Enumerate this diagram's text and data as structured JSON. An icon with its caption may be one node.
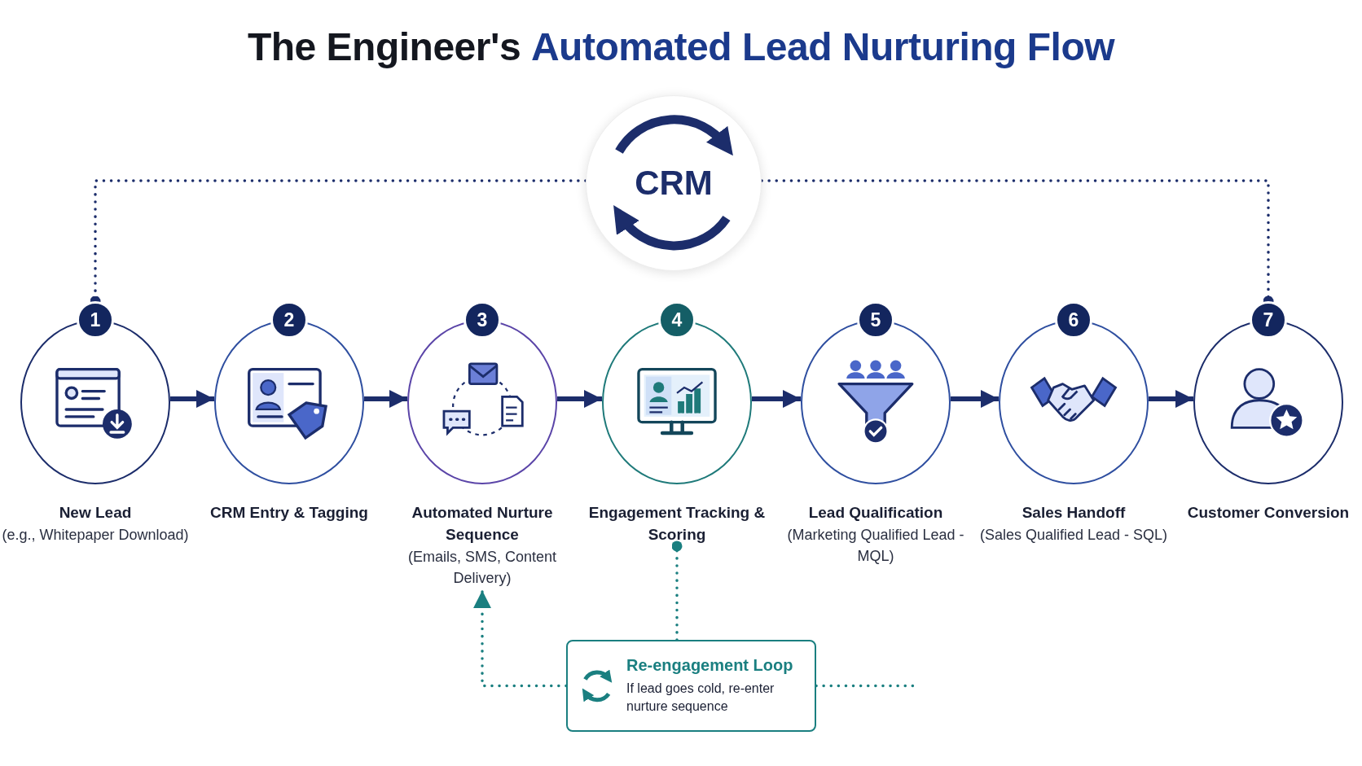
{
  "diagram": {
    "title": "The Engineer's **Automated Lead Nurturing Flow**",
    "nodes": [
      {
        "text": [
          "CRM"
        ]
      },
      {
        "text": [
          "1",
          "New Lead",
          "(e.g., Whitepaper Download)"
        ]
      },
      {
        "text": [
          "2",
          "CRM Entry & Tagging"
        ]
      },
      {
        "text": [
          "3",
          "Automated Nurture Sequence",
          "(Emails, SMS, Content Delivery)"
        ]
      },
      {
        "text": [
          "4",
          "Engagement Tracking & Scoring"
        ]
      },
      {
        "text": [
          "5",
          "Lead Qualification",
          "(Marketing Qualified Lead - MQL)"
        ]
      },
      {
        "text": [
          "6",
          "Sales Handoff",
          "(Sales Qualified Lead - SQL)"
        ]
      },
      {
        "text": [
          "7",
          "Customer Conversion"
        ]
      },
      {
        "text": [
          "Re-engagement Loop",
          "If lead goes cold, re-enter nurture sequence"
        ]
      }
    ],
    "edges": [
      {
        "from": 0,
        "to": 1,
        "arrow": "other",
        "style": "dashed"
      },
      {
        "from": 0,
        "to": 7,
        "arrow": "other",
        "style": "dashed"
      },
      {
        "from": 1,
        "to": 2,
        "arrow": "to"
      },
      {
        "from": 2,
        "to": 3,
        "arrow": "to"
      },
      {
        "from": 3,
        "to": 4,
        "arrow": "to"
      },
      {
        "from": 4,
        "to": 5,
        "arrow": "to"
      },
      {
        "from": 5,
        "to": 6,
        "arrow": "to"
      },
      {
        "from": 6,
        "to": 7,
        "arrow": "to"
      },
      {
        "from": 8,
        "to": 4,
        "arrow": "other",
        "style": "dashed",
        "color": "#1a7f80"
      },
      {
        "from": 8,
        "to": 3,
        "arrow": "to",
        "style": "dashed",
        "color": "#1a7f80"
      },
      {
        "from": 8,
        "to": null,
        "arrow": "none",
        "style": "dashed",
        "color": "#1a7f80"
      }
    ]
  }
}
